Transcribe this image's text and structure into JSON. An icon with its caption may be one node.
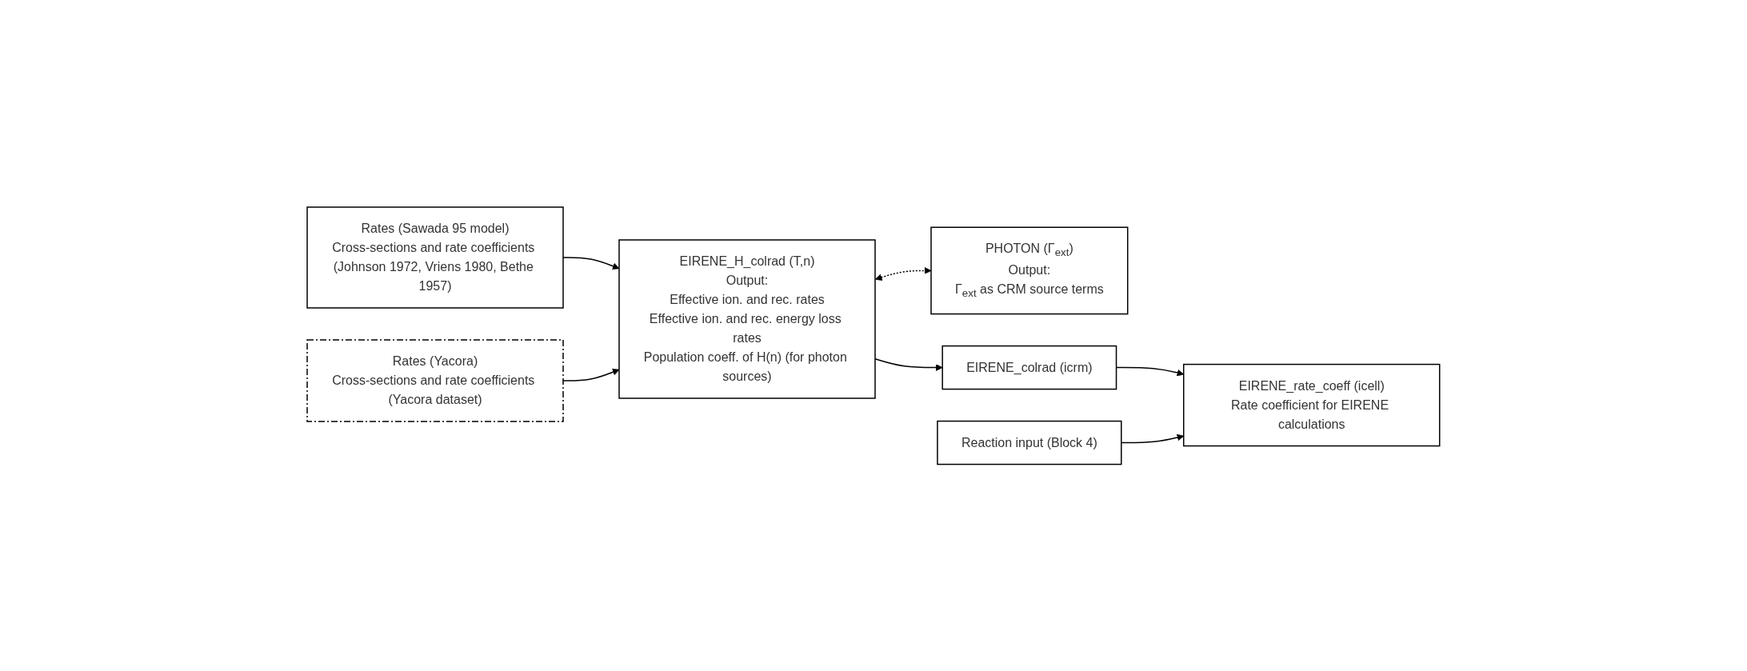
{
  "diagram": {
    "nodes": [
      {
        "text": [
          "Rates (Sawada 95 model)",
          "Cross-sections and rate coefficients (Johnson 1972, Vriens 1980, Bethe 1957)"
        ]
      },
      {
        "text": [
          "Rates (Yacora)",
          "Cross-sections and rate coefficients (Yacora dataset)"
        ]
      },
      {
        "text": [
          "EIRENE_H_colrad (T,n)",
          "Output:",
          "Effective ion. and rec. rates",
          "Effective ion. and rec. energy loss rates",
          "Population coeff. of H(n) (for photon sources)"
        ]
      },
      {
        "text": [
          "PHOTON (Γ$_{ext}$)",
          "Output:",
          "Γ$_{ext}$ as CRM source terms"
        ]
      },
      {
        "text": [
          "EIRENE_colrad (icrm)"
        ]
      },
      {
        "text": [
          "Reaction input (Block 4)"
        ]
      },
      {
        "text": [
          "EIRENE_rate_coeff (icell)",
          "Rate coefficient for EIRENE calculations"
        ]
      }
    ],
    "edges": [
      {
        "from": 0,
        "to": 2,
        "arrow": "to"
      },
      {
        "from": 1,
        "to": 2,
        "arrow": "to"
      },
      {
        "from": 2,
        "to": 3,
        "arrow": "both",
        "style": "dashed"
      },
      {
        "from": 2,
        "to": 4,
        "arrow": "to"
      },
      {
        "from": 4,
        "to": 6,
        "arrow": "to"
      },
      {
        "from": 5,
        "to": 6,
        "arrow": "to"
      }
    ]
  }
}
